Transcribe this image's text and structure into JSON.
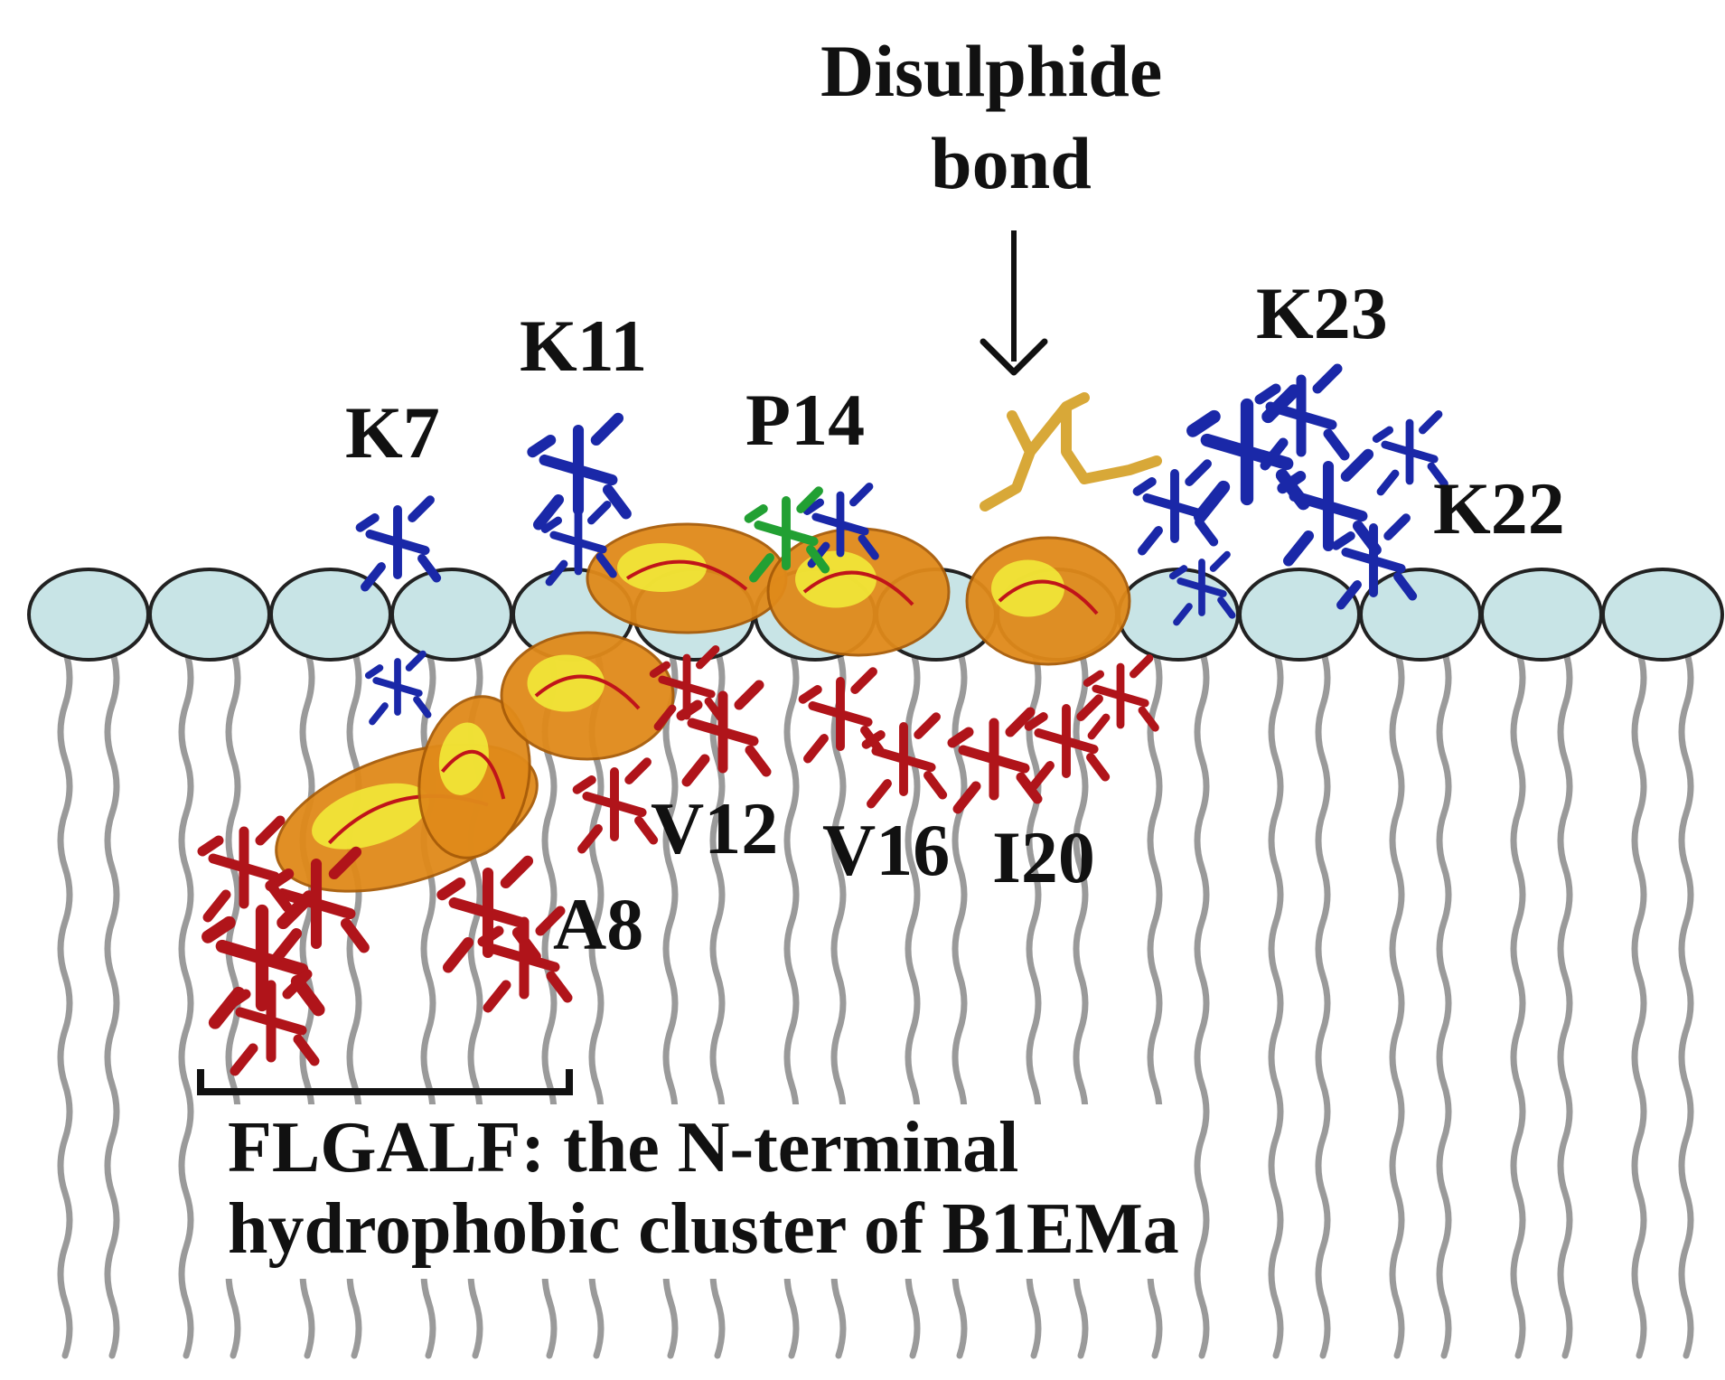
{
  "diagram": {
    "annotations": {
      "disulphide_line1": "Disulphide",
      "disulphide_line2": "bond"
    },
    "residues": {
      "k7": "K7",
      "k11": "K11",
      "p14": "P14",
      "k23": "K23",
      "k22": "K22",
      "v12": "V12",
      "v16": "V16",
      "i20": "I20",
      "a8": "A8"
    },
    "caption": {
      "line1": "FLGALF: the N-terminal",
      "line2": "hydrophobic cluster of B1EMa"
    },
    "colors": {
      "lipid_head": "#c8e4e6",
      "lipid_tail": "#9a9a9a",
      "helix": "#e08a1a",
      "helix_highlight": "#f2ee3a",
      "hydrophobic_side_chain": "#b0141a",
      "lysine_side_chain": "#1a28a8",
      "proline_side_chain": "#22a033",
      "disulphide": "#d8a838"
    },
    "lipid_count": 14
  }
}
